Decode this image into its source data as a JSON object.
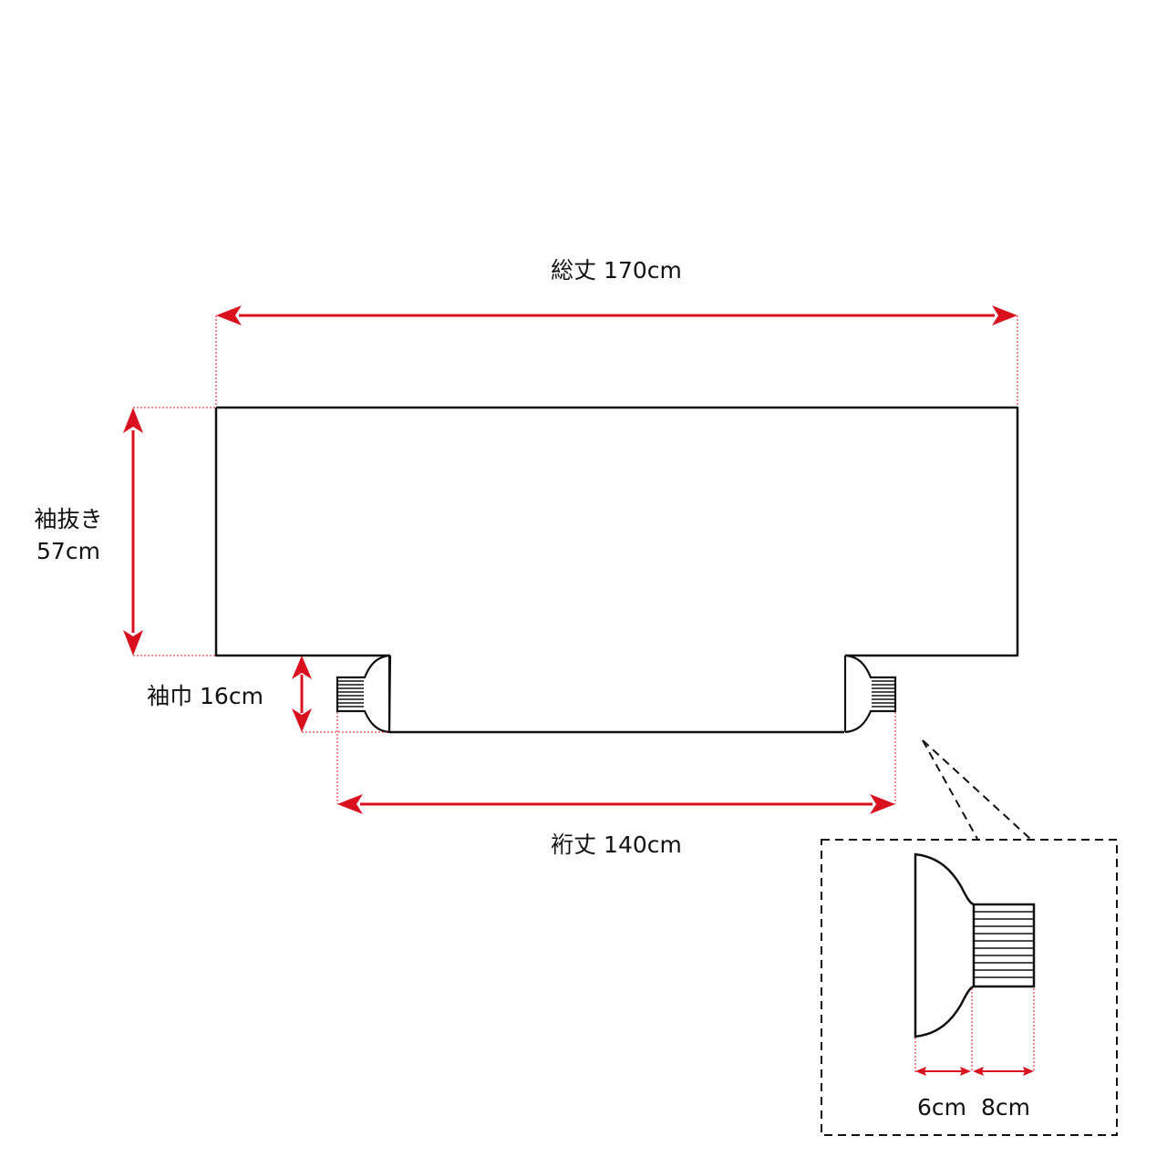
{
  "colors": {
    "outline": "#111111",
    "dimension": "#d9101e",
    "background": "#ffffff"
  },
  "labels": {
    "total_length": "総丈 170cm",
    "sleeve_drop_line1": "袖抜き",
    "sleeve_drop_line2": "57cm",
    "cuff_width": "袖巾 16cm",
    "sleeve_length": "裄丈 140cm",
    "detail_cuff_part": "6cm",
    "detail_rib_part": "8cm"
  }
}
